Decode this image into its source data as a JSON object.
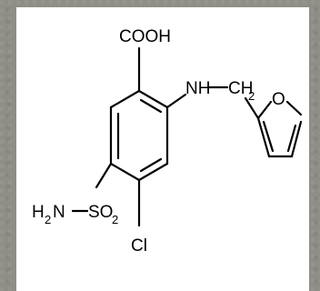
{
  "structure": {
    "groups": {
      "carboxyl": "COOH",
      "amine_nh": "NH",
      "methylene_c": "CH",
      "methylene_sub": "2",
      "furan_o": "O",
      "sulfonamide_n": "H",
      "sulfonamide_n_sub": "2",
      "sulfonamide_n2": "N",
      "sulfonyl": "SO",
      "sulfonyl_sub": "2",
      "chlorine": "Cl"
    },
    "colors": {
      "ink": "#000000",
      "paper": "#ffffff",
      "backdrop": "#8e8e86"
    }
  }
}
